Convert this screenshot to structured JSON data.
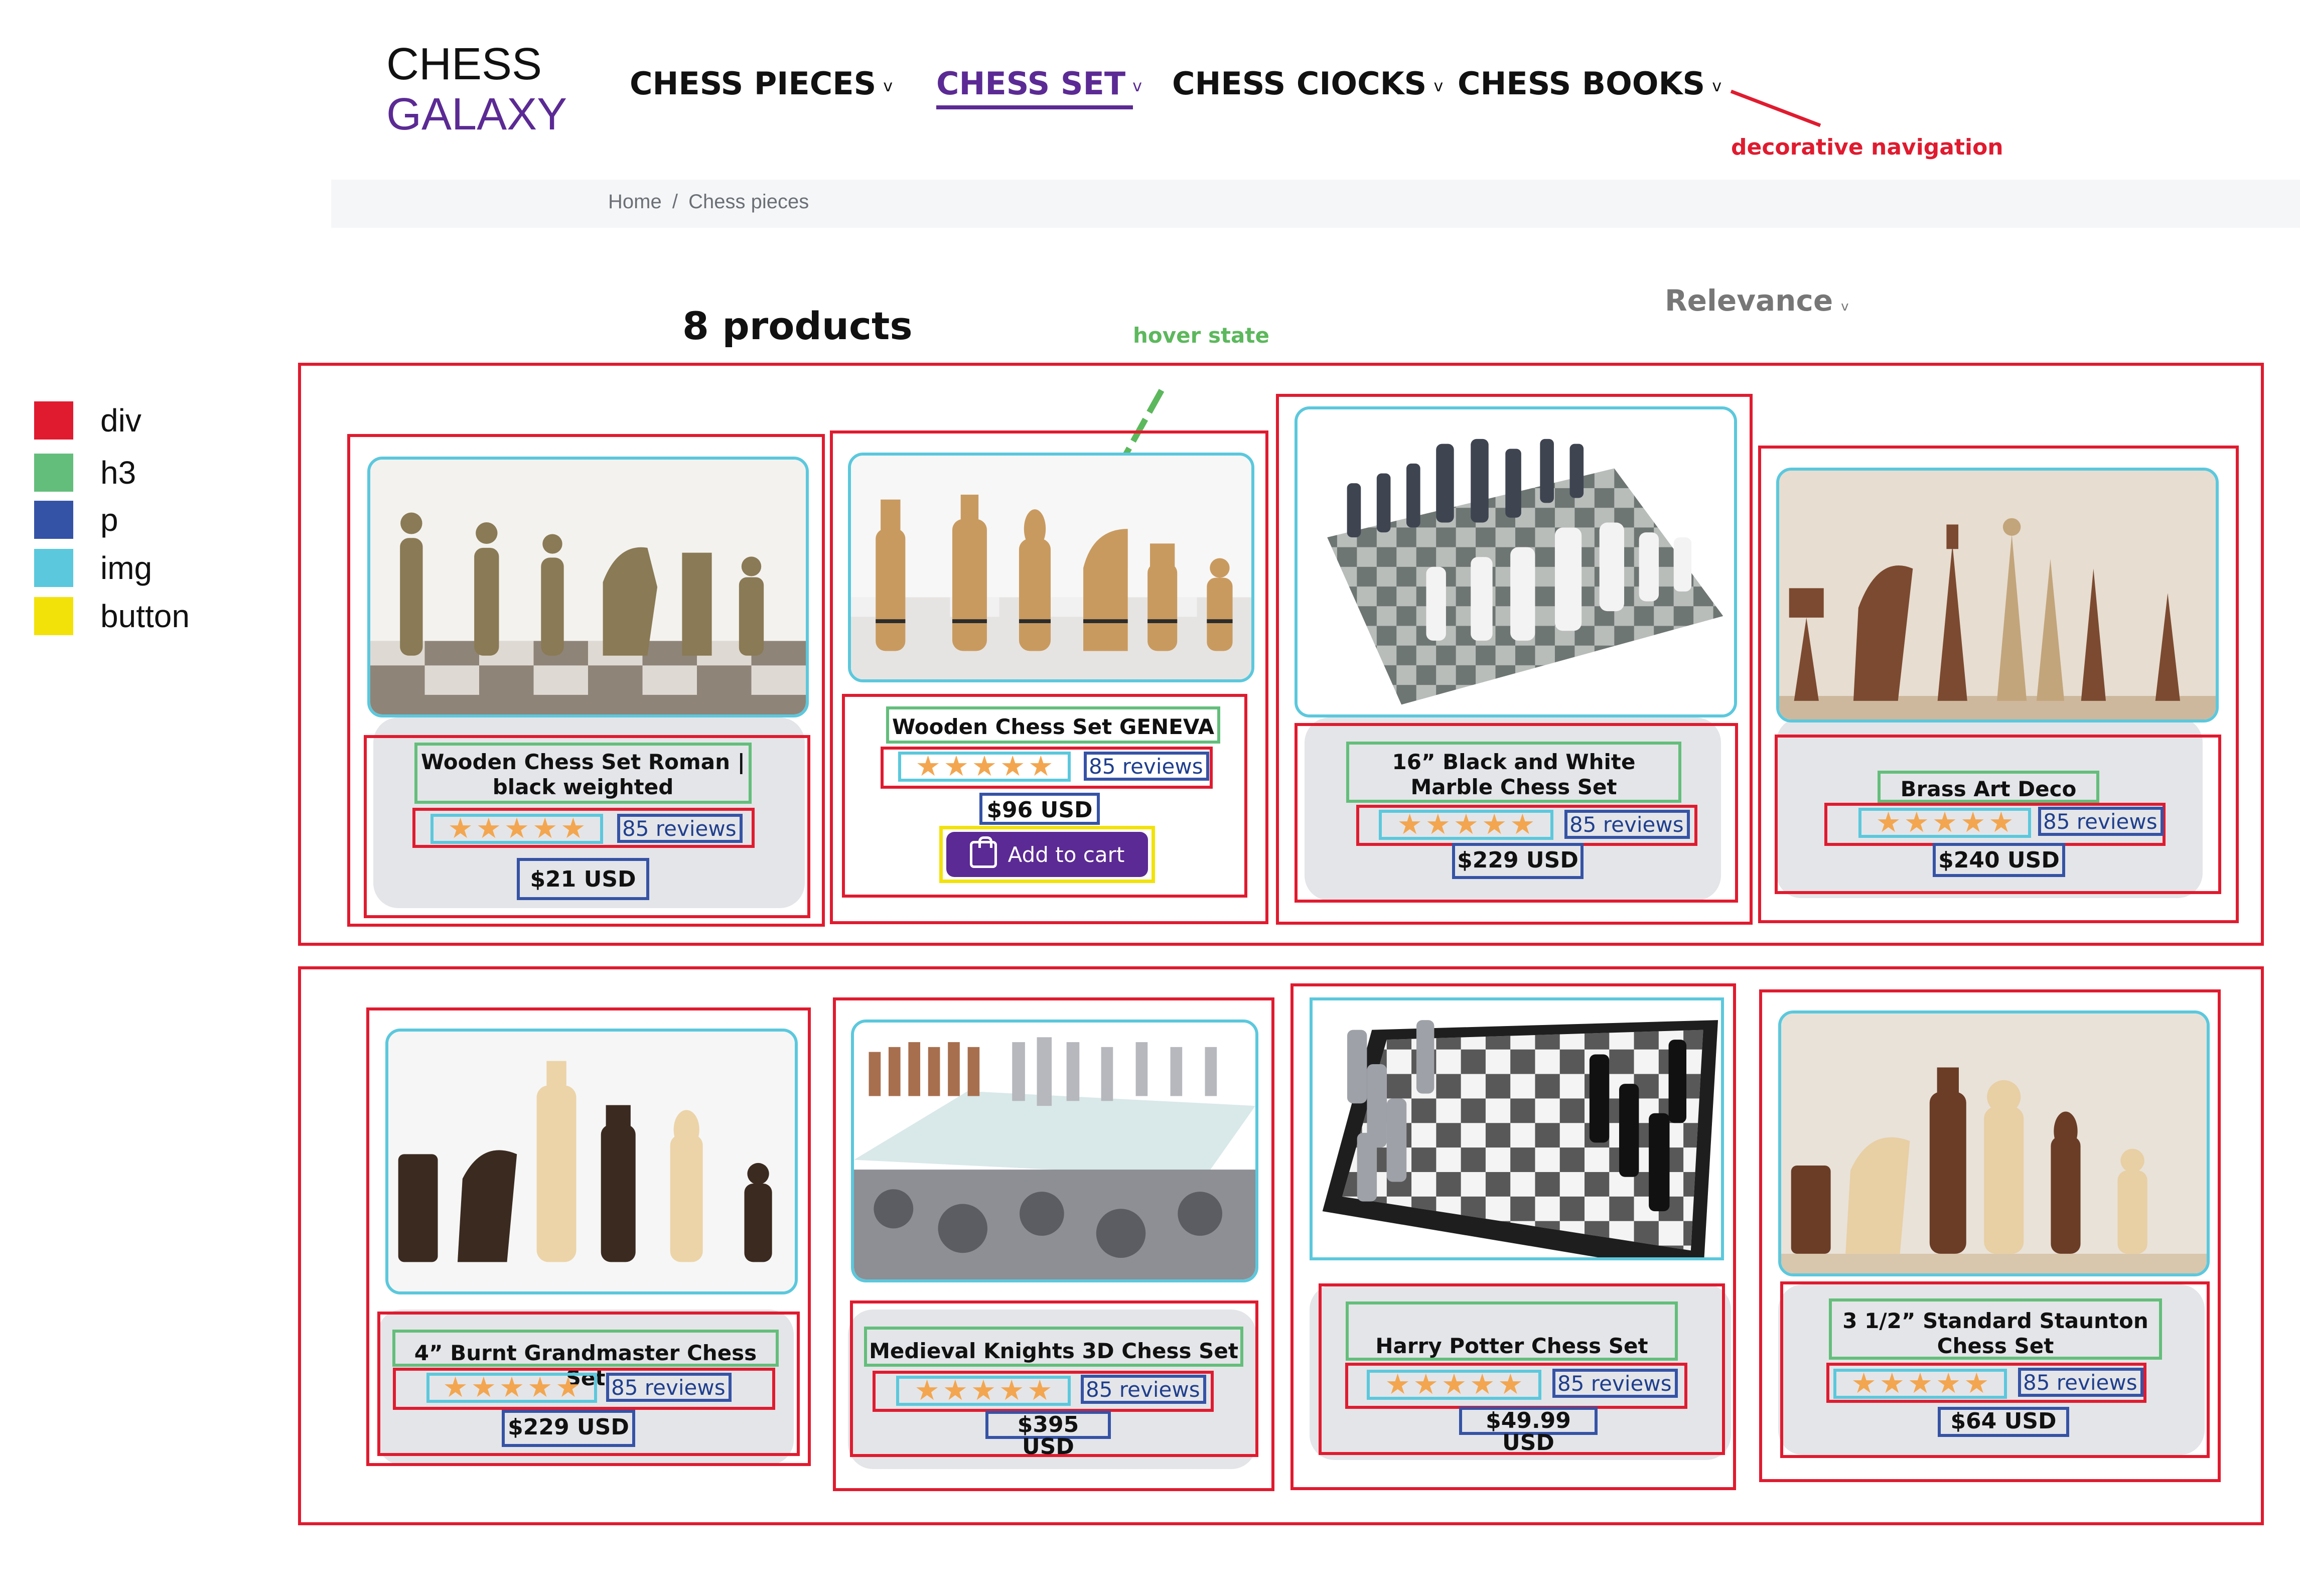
{
  "logo": {
    "line1": "CHESS",
    "line2": "GALAXY"
  },
  "nav": [
    {
      "label": "CHESS PIECES",
      "chevron": "v"
    },
    {
      "label": "CHESS SET",
      "chevron": "v",
      "active": true
    },
    {
      "label": "CHESS CIOCKS",
      "chevron": "v"
    },
    {
      "label": "CHESS BOOKS",
      "chevron": "v"
    }
  ],
  "annotations": {
    "nav": "decorative navigation",
    "hover": "hover state"
  },
  "breadcrumb": [
    "Home",
    "/",
    "Chess pieces"
  ],
  "product_count": "8 products",
  "sort": {
    "label": "Relevance",
    "chevron": "v"
  },
  "legend": [
    {
      "label": "div",
      "color": "#e01b2f"
    },
    {
      "label": "h3",
      "color": "#63be7b"
    },
    {
      "label": "p",
      "color": "#3553a6"
    },
    {
      "label": "img",
      "color": "#5bc8dd"
    },
    {
      "label": "button",
      "color": "#f2e20a"
    }
  ],
  "products": [
    {
      "title": "Wooden Chess Set Roman | black weighted",
      "reviews": "85 reviews",
      "price": "$21 USD",
      "image": "roman-chess-pieces"
    },
    {
      "title": "Wooden Chess Set GENEVA",
      "reviews": "85 reviews",
      "price": "$96 USD",
      "image": "geneva-chess-pieces",
      "button": "Add to cart"
    },
    {
      "title": "16” Black and White Marble Chess Set",
      "reviews": "85 reviews",
      "price": "$229 USD",
      "image": "marble-chess-set"
    },
    {
      "title": "Brass Art Deco",
      "reviews": "85 reviews",
      "price": "$240 USD",
      "image": "brass-art-deco-pieces"
    },
    {
      "title": "4” Burnt Grandmaster Chess Set",
      "reviews": "85 reviews",
      "price": "$229 USD",
      "image": "grandmaster-chess-pieces"
    },
    {
      "title": "Medieval Knights 3D Chess Set",
      "reviews": "85 reviews",
      "price": "$395 USD",
      "image": "medieval-3d-chess-set"
    },
    {
      "title": "Harry Potter Chess Set",
      "reviews": "85 reviews",
      "price": "$49.99 USD",
      "image": "harry-potter-chess-set"
    },
    {
      "title": "3 1/2” Standard Staunton Chess Set",
      "reviews": "85 reviews",
      "price": "$64 USD",
      "image": "staunton-chess-pieces"
    }
  ],
  "rating": 5
}
